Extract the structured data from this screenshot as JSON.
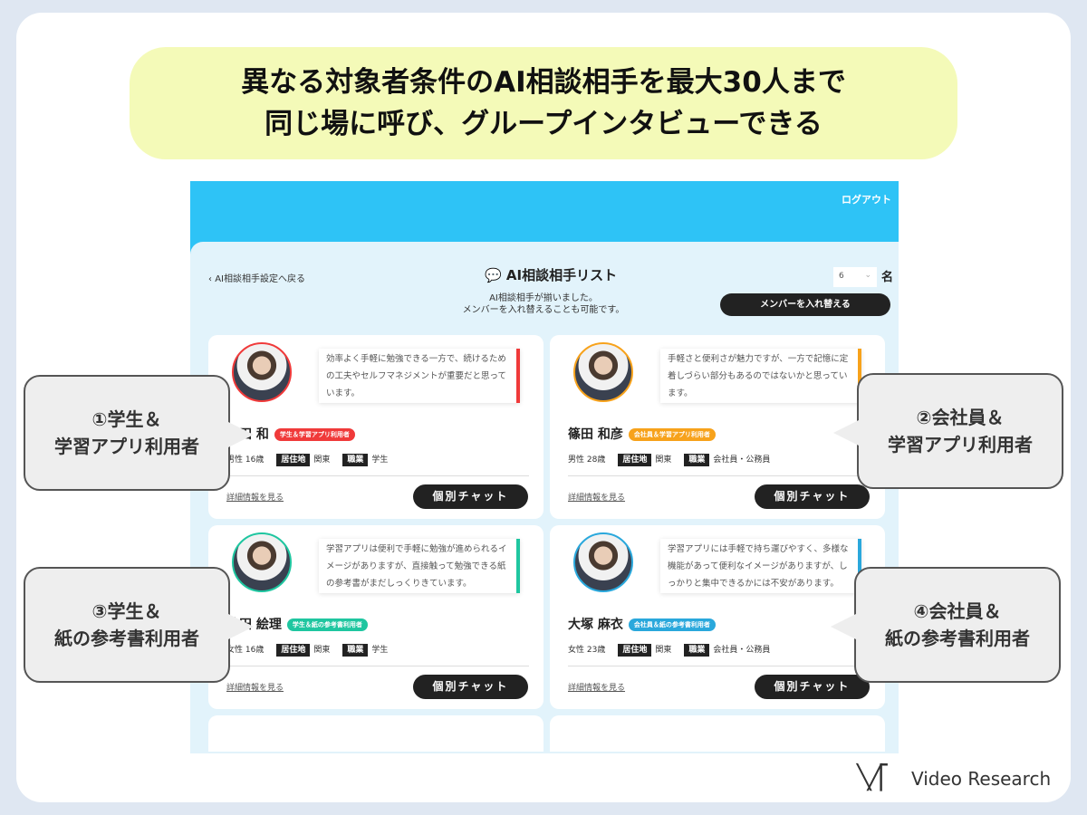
{
  "headline": [
    "異なる対象者条件のAI相談相手を最大30人まで",
    "同じ場に呼び、グループインタビューできる"
  ],
  "app": {
    "logout": "ログアウト",
    "back": "AI相談相手設定へ戻る",
    "title": "AI相談相手リスト",
    "subtitle": [
      "AI相談相手が揃いました。",
      "メンバーを入れ替えることも可能です。"
    ],
    "count": "6",
    "count_unit": "名",
    "swap_button": "メンバーを入れ替える"
  },
  "labels": {
    "residence": "居住地",
    "job": "職業",
    "details": "詳細情報を見る",
    "chat": "個別チャット"
  },
  "cards": [
    {
      "name": "富田 和",
      "tag": "学生＆学習アプリ利用者",
      "color": "#f03a3a",
      "gender": "男性",
      "age": "16歳",
      "residence": "関東",
      "job": "学生",
      "comment": "効率よく手軽に勉強できる一方で、続けるための工夫やセルフマネジメントが重要だと思っています。"
    },
    {
      "name": "篠田 和彦",
      "tag": "会社員＆学習アプリ利用者",
      "color": "#f7a21b",
      "gender": "男性",
      "age": "28歳",
      "residence": "関東",
      "job": "会社員・公務員",
      "comment": "手軽さと便利さが魅力ですが、一方で記憶に定着しづらい部分もあるのではないかと思っています。"
    },
    {
      "name": "池田 絵理",
      "tag": "学生＆紙の参考書利用者",
      "color": "#1fc6a0",
      "gender": "女性",
      "age": "16歳",
      "residence": "関東",
      "job": "学生",
      "comment": "学習アプリは便利で手軽に勉強が進められるイメージがありますが、直接触って勉強できる紙の参考書がまだしっくりきています。"
    },
    {
      "name": "大塚 麻衣",
      "tag": "会社員＆紙の参考書利用者",
      "color": "#2aa8dc",
      "gender": "女性",
      "age": "23歳",
      "residence": "関東",
      "job": "会社員・公務員",
      "comment": "学習アプリには手軽で持ち運びやすく、多様な機能があって便利なイメージがありますが、しっかりと集中できるかには不安があります。"
    }
  ],
  "callouts": [
    [
      "①学生＆",
      "学習アプリ利用者"
    ],
    [
      "②会社員＆",
      "学習アプリ利用者"
    ],
    [
      "③学生＆",
      "紙の参考書利用者"
    ],
    [
      "④会社員＆",
      "紙の参考書利用者"
    ]
  ],
  "logo": "Video Research"
}
